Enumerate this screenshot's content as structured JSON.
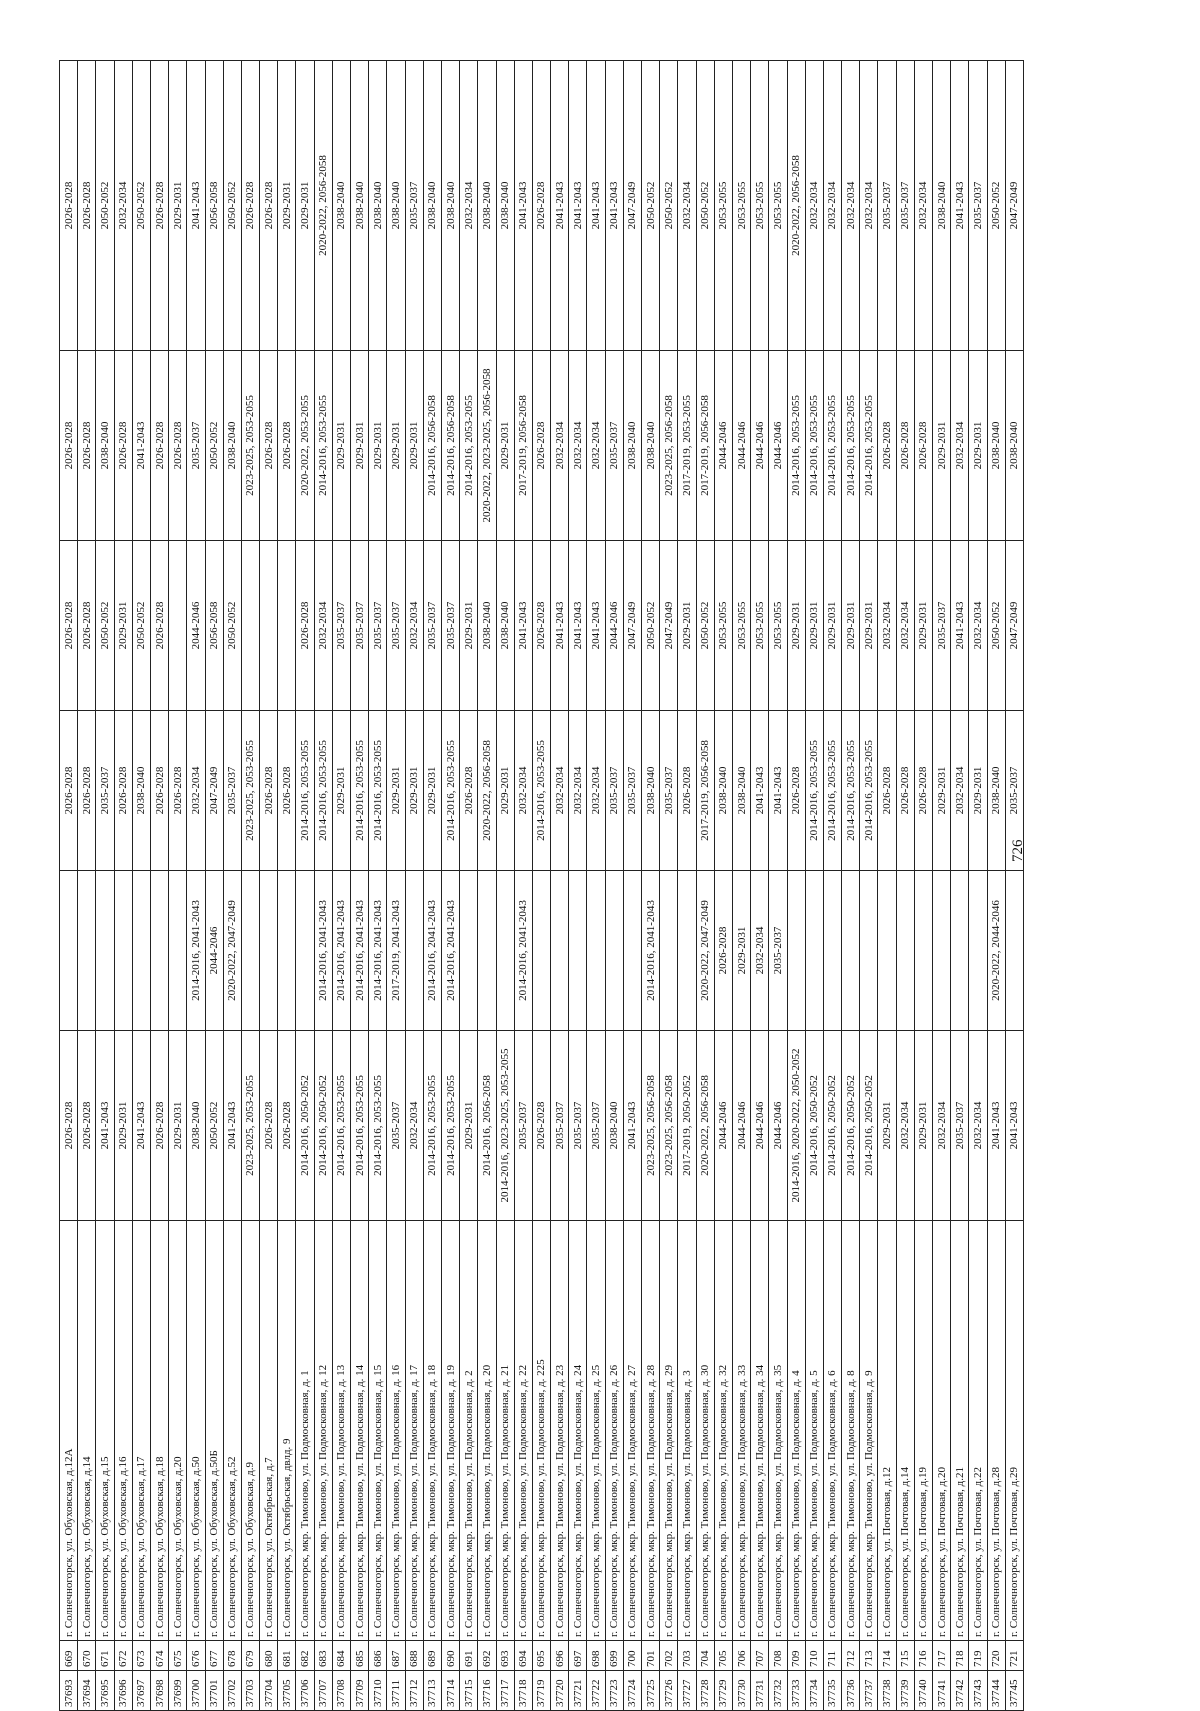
{
  "page_number": "726",
  "rows": [
    [
      "37693",
      "669",
      "г. Солнечногорск, ул. Обуховская, д.12А",
      "2026-2028",
      "",
      "2026-2028",
      "2026-2028",
      "2026-2028",
      "2026-2028"
    ],
    [
      "37694",
      "670",
      "г. Солнечногорск, ул. Обуховская, д.14",
      "2026-2028",
      "",
      "2026-2028",
      "2026-2028",
      "2026-2028",
      "2026-2028"
    ],
    [
      "37695",
      "671",
      "г. Солнечногорск, ул. Обуховская, д.15",
      "2041-2043",
      "",
      "2035-2037",
      "2050-2052",
      "2038-2040",
      "2050-2052"
    ],
    [
      "37696",
      "672",
      "г. Солнечногорск, ул. Обуховская, д.16",
      "2029-2031",
      "",
      "2026-2028",
      "2029-2031",
      "2026-2028",
      "2032-2034"
    ],
    [
      "37697",
      "673",
      "г. Солнечногорск, ул. Обуховская, д.17",
      "2041-2043",
      "",
      "2038-2040",
      "2050-2052",
      "2041-2043",
      "2050-2052"
    ],
    [
      "37698",
      "674",
      "г. Солнечногорск, ул. Обуховская, д.18",
      "2026-2028",
      "",
      "2026-2028",
      "2026-2028",
      "2026-2028",
      "2026-2028"
    ],
    [
      "37699",
      "675",
      "г. Солнечногорск, ул. Обуховская, д.20",
      "2029-2031",
      "",
      "2026-2028",
      "",
      "2026-2028",
      "2029-2031"
    ],
    [
      "37700",
      "676",
      "г. Солнечногорск, ул. Обуховская, д.50",
      "2038-2040",
      "2014-2016, 2041-2043",
      "2032-2034",
      "2044-2046",
      "2035-2037",
      "2041-2043"
    ],
    [
      "37701",
      "677",
      "г. Солнечногорск, ул. Обуховская, д.50Б",
      "2050-2052",
      "2044-2046",
      "2047-2049",
      "2056-2058",
      "2050-2052",
      "2056-2058"
    ],
    [
      "37702",
      "678",
      "г. Солнечногорск, ул. Обуховская, д.52",
      "2041-2043",
      "2020-2022, 2047-2049",
      "2035-2037",
      "2050-2052",
      "2038-2040",
      "2050-2052"
    ],
    [
      "37703",
      "679",
      "г. Солнечногорск, ул. Обуховская, д.9",
      "2023-2025, 2053-2055",
      "",
      "2023-2025, 2053-2055",
      "",
      "2023-2025, 2053-2055",
      "2026-2028"
    ],
    [
      "37704",
      "680",
      "г. Солнечногорск, ул. Октябрьская, д.7",
      "2026-2028",
      "",
      "2026-2028",
      "",
      "2026-2028",
      "2026-2028"
    ],
    [
      "37705",
      "681",
      "г. Солнечногорск, ул. Октябрьская, двлд. 9",
      "2026-2028",
      "",
      "2026-2028",
      "",
      "2026-2028",
      "2029-2031"
    ],
    [
      "37706",
      "682",
      "г. Солнечногорск, мкр. Тимоново, ул. Подмосковная, д. 1",
      "2014-2016, 2050-2052",
      "",
      "2014-2016, 2053-2055",
      "2026-2028",
      "2020-2022, 2053-2055",
      "2029-2031"
    ],
    [
      "37707",
      "683",
      "г. Солнечногорск, мкр. Тимоново, ул. Подмосковная, д. 12",
      "2014-2016, 2050-2052",
      "2014-2016, 2041-2043",
      "2014-2016, 2053-2055",
      "2032-2034",
      "2014-2016, 2053-2055",
      "2020-2022, 2056-2058"
    ],
    [
      "37708",
      "684",
      "г. Солнечногорск, мкр. Тимоново, ул. Подмосковная, д. 13",
      "2014-2016, 2053-2055",
      "2014-2016, 2041-2043",
      "2029-2031",
      "2035-2037",
      "2029-2031",
      "2038-2040"
    ],
    [
      "37709",
      "685",
      "г. Солнечногорск, мкр. Тимоново, ул. Подмосковная, д. 14",
      "2014-2016, 2053-2055",
      "2014-2016, 2041-2043",
      "2014-2016, 2053-2055",
      "2035-2037",
      "2029-2031",
      "2038-2040"
    ],
    [
      "37710",
      "686",
      "г. Солнечногорск, мкр. Тимоново, ул. Подмосковная, д. 15",
      "2014-2016, 2053-2055",
      "2014-2016, 2041-2043",
      "2014-2016, 2053-2055",
      "2035-2037",
      "2029-2031",
      "2038-2040"
    ],
    [
      "37711",
      "687",
      "г. Солнечногорск, мкр. Тимоново, ул. Подмосковная, д. 16",
      "2035-2037",
      "2017-2019, 2041-2043",
      "2029-2031",
      "2035-2037",
      "2029-2031",
      "2038-2040"
    ],
    [
      "37712",
      "688",
      "г. Солнечногорск, мкр. Тимоново, ул. Подмосковная, д. 17",
      "2032-2034",
      "",
      "2029-2031",
      "2032-2034",
      "2029-2031",
      "2035-2037"
    ],
    [
      "37713",
      "689",
      "г. Солнечногорск, мкр. Тимоново, ул. Подмосковная, д. 18",
      "2014-2016, 2053-2055",
      "2014-2016, 2041-2043",
      "2029-2031",
      "2035-2037",
      "2014-2016, 2056-2058",
      "2038-2040"
    ],
    [
      "37714",
      "690",
      "г. Солнечногорск, мкр. Тимоново, ул. Подмосковная, д. 19",
      "2014-2016, 2053-2055",
      "2014-2016, 2041-2043",
      "2014-2016, 2053-2055",
      "2035-2037",
      "2014-2016, 2056-2058",
      "2038-2040"
    ],
    [
      "37715",
      "691",
      "г. Солнечногорск, мкр. Тимоново, ул. Подмосковная, д. 2",
      "2029-2031",
      "",
      "2026-2028",
      "2029-2031",
      "2014-2016, 2053-2055",
      "2032-2034"
    ],
    [
      "37716",
      "692",
      "г. Солнечногорск, мкр. Тимоново, ул. Подмосковная, д. 20",
      "2014-2016, 2056-2058",
      "",
      "2020-2022, 2056-2058",
      "2038-2040",
      "2020-2022, 2023-2025, 2056-2058",
      "2038-2040"
    ],
    [
      "37717",
      "693",
      "г. Солнечногорск, мкр. Тимоново, ул. Подмосковная, д. 21",
      "2014-2016, 2023-2025, 2053-2055",
      "",
      "2029-2031",
      "2038-2040",
      "2029-2031",
      "2038-2040"
    ],
    [
      "37718",
      "694",
      "г. Солнечногорск, мкр. Тимоново, ул. Подмосковная, д. 22",
      "2035-2037",
      "2014-2016, 2041-2043",
      "2032-2034",
      "2041-2043",
      "2017-2019, 2056-2058",
      "2041-2043"
    ],
    [
      "37719",
      "695",
      "г. Солнечногорск, мкр. Тимоново, ул. Подмосковная, д. 225",
      "2026-2028",
      "",
      "2014-2016, 2053-2055",
      "2026-2028",
      "2026-2028",
      "2026-2028"
    ],
    [
      "37720",
      "696",
      "г. Солнечногорск, мкр. Тимоново, ул. Подмосковная, д. 23",
      "2035-2037",
      "",
      "2032-2034",
      "2041-2043",
      "2032-2034",
      "2041-2043"
    ],
    [
      "37721",
      "697",
      "г. Солнечногорск, мкр. Тимоново, ул. Подмосковная, д. 24",
      "2035-2037",
      "",
      "2032-2034",
      "2041-2043",
      "2032-2034",
      "2041-2043"
    ],
    [
      "37722",
      "698",
      "г. Солнечногорск, мкр. Тимоново, ул. Подмосковная, д. 25",
      "2035-2037",
      "",
      "2032-2034",
      "2041-2043",
      "2032-2034",
      "2041-2043"
    ],
    [
      "37723",
      "699",
      "г. Солнечногорск, мкр. Тимоново, ул. Подмосковная, д. 26",
      "2038-2040",
      "",
      "2035-2037",
      "2044-2046",
      "2035-2037",
      "2041-2043"
    ],
    [
      "37724",
      "700",
      "г. Солнечногорск, мкр. Тимоново, ул. Подмосковная, д. 27",
      "2041-2043",
      "",
      "2035-2037",
      "2047-2049",
      "2038-2040",
      "2047-2049"
    ],
    [
      "37725",
      "701",
      "г. Солнечногорск, мкр. Тимоново, ул. Подмосковная, д. 28",
      "2023-2025, 2056-2058",
      "2014-2016, 2041-2043",
      "2038-2040",
      "2050-2052",
      "2038-2040",
      "2050-2052"
    ],
    [
      "37726",
      "702",
      "г. Солнечногорск, мкр. Тимоново, ул. Подмосковная, д. 29",
      "2023-2025, 2056-2058",
      "",
      "2035-2037",
      "2047-2049",
      "2023-2025, 2056-2058",
      "2050-2052"
    ],
    [
      "37727",
      "703",
      "г. Солнечногорск, мкр. Тимоново, ул. Подмосковная, д. 3",
      "2017-2019, 2050-2052",
      "",
      "2026-2028",
      "2029-2031",
      "2017-2019, 2053-2055",
      "2032-2034"
    ],
    [
      "37728",
      "704",
      "г. Солнечногорск, мкр. Тимоново, ул. Подмосковная, д. 30",
      "2020-2022, 2056-2058",
      "2020-2022, 2047-2049",
      "2017-2019, 2056-2058",
      "2050-2052",
      "2017-2019, 2056-2058",
      "2050-2052"
    ],
    [
      "37729",
      "705",
      "г. Солнечногорск, мкр. Тимоново, ул. Подмосковная, д. 32",
      "2044-2046",
      "2026-2028",
      "2038-2040",
      "2053-2055",
      "2044-2046",
      "2053-2055"
    ],
    [
      "37730",
      "706",
      "г. Солнечногорск, мкр. Тимоново, ул. Подмосковная, д. 33",
      "2044-2046",
      "2029-2031",
      "2038-2040",
      "2053-2055",
      "2044-2046",
      "2053-2055"
    ],
    [
      "37731",
      "707",
      "г. Солнечногорск, мкр. Тимоново, ул. Подмосковная, д. 34",
      "2044-2046",
      "2032-2034",
      "2041-2043",
      "2053-2055",
      "2044-2046",
      "2053-2055"
    ],
    [
      "37732",
      "708",
      "г. Солнечногорск, мкр. Тимоново, ул. Подмосковная, д. 35",
      "2044-2046",
      "2035-2037",
      "2041-2043",
      "2053-2055",
      "2044-2046",
      "2053-2055"
    ],
    [
      "37733",
      "709",
      "г. Солнечногорск, мкр. Тимоново, ул. Подмосковная, д. 4",
      "2014-2016, 2020-2022, 2050-2052",
      "",
      "2026-2028",
      "2029-2031",
      "2014-2016, 2053-2055",
      "2020-2022, 2056-2058"
    ],
    [
      "37734",
      "710",
      "г. Солнечногорск, мкр. Тимоново, ул. Подмосковная, д. 5",
      "2014-2016, 2050-2052",
      "",
      "2014-2016, 2053-2055",
      "2029-2031",
      "2014-2016, 2053-2055",
      "2032-2034"
    ],
    [
      "37735",
      "711",
      "г. Солнечногорск, мкр. Тимоново, ул. Подмосковная, д. 6",
      "2014-2016, 2050-2052",
      "",
      "2014-2016, 2053-2055",
      "2029-2031",
      "2014-2016, 2053-2055",
      "2032-2034"
    ],
    [
      "37736",
      "712",
      "г. Солнечногорск, мкр. Тимоново, ул. Подмосковная, д. 8",
      "2014-2016, 2050-2052",
      "",
      "2014-2016, 2053-2055",
      "2029-2031",
      "2014-2016, 2053-2055",
      "2032-2034"
    ],
    [
      "37737",
      "713",
      "г. Солнечногорск, мкр. Тимоново, ул. Подмосковная, д. 9",
      "2014-2016, 2050-2052",
      "",
      "2014-2016, 2053-2055",
      "2029-2031",
      "2014-2016, 2053-2055",
      "2032-2034"
    ],
    [
      "37738",
      "714",
      "г. Солнечногорск, ул. Почтовая, д.12",
      "2029-2031",
      "",
      "2026-2028",
      "2032-2034",
      "2026-2028",
      "2035-2037"
    ],
    [
      "37739",
      "715",
      "г. Солнечногорск, ул. Почтовая, д.14",
      "2032-2034",
      "",
      "2026-2028",
      "2032-2034",
      "2026-2028",
      "2035-2037"
    ],
    [
      "37740",
      "716",
      "г. Солнечногорск, ул. Почтовая, д.19",
      "2029-2031",
      "",
      "2026-2028",
      "2029-2031",
      "2026-2028",
      "2032-2034"
    ],
    [
      "37741",
      "717",
      "г. Солнечногорск, ул. Почтовая, д.20",
      "2032-2034",
      "",
      "2029-2031",
      "2035-2037",
      "2029-2031",
      "2038-2040"
    ],
    [
      "37742",
      "718",
      "г. Солнечногорск, ул. Почтовая, д.21",
      "2035-2037",
      "",
      "2032-2034",
      "2041-2043",
      "2032-2034",
      "2041-2043"
    ],
    [
      "37743",
      "719",
      "г. Солнечногорск, ул. Почтовая, д.22",
      "2032-2034",
      "",
      "2029-2031",
      "2032-2034",
      "2029-2031",
      "2035-2037"
    ],
    [
      "37744",
      "720",
      "г. Солнечногорск, ул. Почтовая, д.28",
      "2041-2043",
      "2020-2022, 2044-2046",
      "2038-2040",
      "2050-2052",
      "2038-2040",
      "2050-2052"
    ],
    [
      "37745",
      "721",
      "г. Солнечногорск, ул. Почтовая, д.29",
      "2041-2043",
      "",
      "2035-2037",
      "2047-2049",
      "2038-2040",
      "2047-2049"
    ]
  ]
}
